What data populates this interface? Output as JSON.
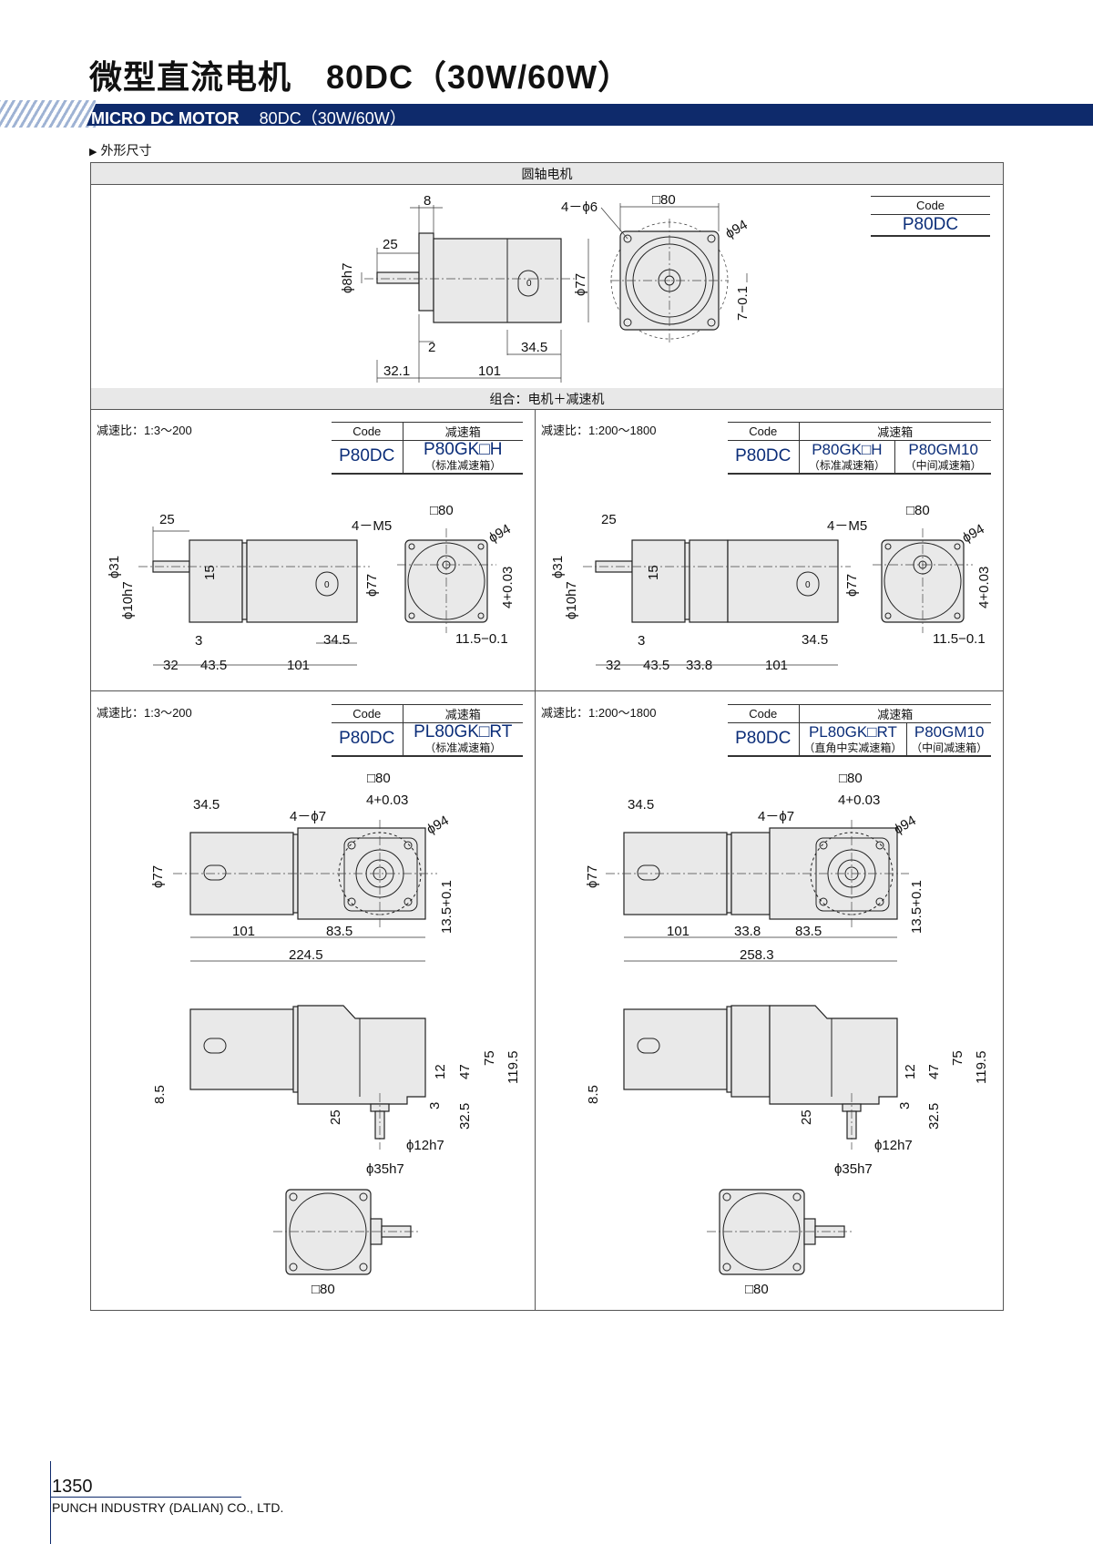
{
  "title": {
    "cn": "微型直流电机",
    "model": "80DC（30W/60W）"
  },
  "band": {
    "en": "MICRO DC MOTOR",
    "model": "80DC（30W/60W）"
  },
  "section": "外形尺寸",
  "headers": {
    "round_shaft": "圆轴电机",
    "combo": "组合：电机＋减速机"
  },
  "code_header": "Code",
  "gear_header": "减速箱",
  "motor_code": "P80DC",
  "panels": {
    "p1": {
      "ratio": "减速比：1:3～200",
      "gear": "P80GK□H",
      "gear_sub": "（标准减速箱）"
    },
    "p2": {
      "ratio": "减速比：1:200～1800",
      "gear": "P80GK□H",
      "gear_sub": "（标准减速箱）",
      "gear2": "P80GM10",
      "gear2_sub": "（中间减速箱）"
    },
    "p3": {
      "ratio": "减速比：1:3～200",
      "gear": "PL80GK□RT",
      "gear_sub": "（标准减速箱）"
    },
    "p4": {
      "ratio": "减速比：1:200～1800",
      "gear": "PL80GK□RT",
      "gear_sub": "（直角中实减速箱）",
      "gear2": "P80GM10",
      "gear2_sub": "（中间减速箱）"
    }
  },
  "dims": {
    "top": {
      "flange": "8",
      "shaft_len": "25",
      "shaft_dia": "ϕ8h7",
      "gap": "2",
      "tail": "34.5",
      "front": "32.1",
      "body": "101",
      "holes": "4－ϕ6",
      "square": "□80",
      "pcd": "ϕ94",
      "dia77": "ϕ77",
      "key": "7−0.1"
    },
    "gk": {
      "shaft": "25",
      "d31": "ϕ31",
      "d10": "ϕ10h7",
      "k15": "15",
      "step": "3",
      "front": "32",
      "gear": "43.5",
      "mid": "33.8",
      "body": "101",
      "tail": "34.5",
      "holes": "4－M5",
      "square": "□80",
      "pcd": "ϕ94",
      "dia77": "ϕ77",
      "key": "4+0.03",
      "off": "11.5−0.1"
    },
    "rt": {
      "tail": "34.5",
      "holes": "4－ϕ7",
      "square": "□80",
      "key": "4+0.03",
      "pcd": "ϕ94",
      "dia77": "ϕ77",
      "off": "13.5+0.1",
      "body": "101",
      "gear": "83.5",
      "mid": "33.8",
      "total1": "224.5",
      "total2": "258.3",
      "h85": "8.5",
      "h12": "12",
      "h47": "47",
      "h75": "75",
      "h1195": "119.5",
      "h3": "3",
      "h325": "32.5",
      "h25": "25",
      "d12": "ϕ12h7",
      "d35": "ϕ35h7",
      "sq_bottom": "□80"
    }
  },
  "footer": {
    "page": "1350",
    "company": "PUNCH INDUSTRY (DALIAN) CO., LTD."
  }
}
